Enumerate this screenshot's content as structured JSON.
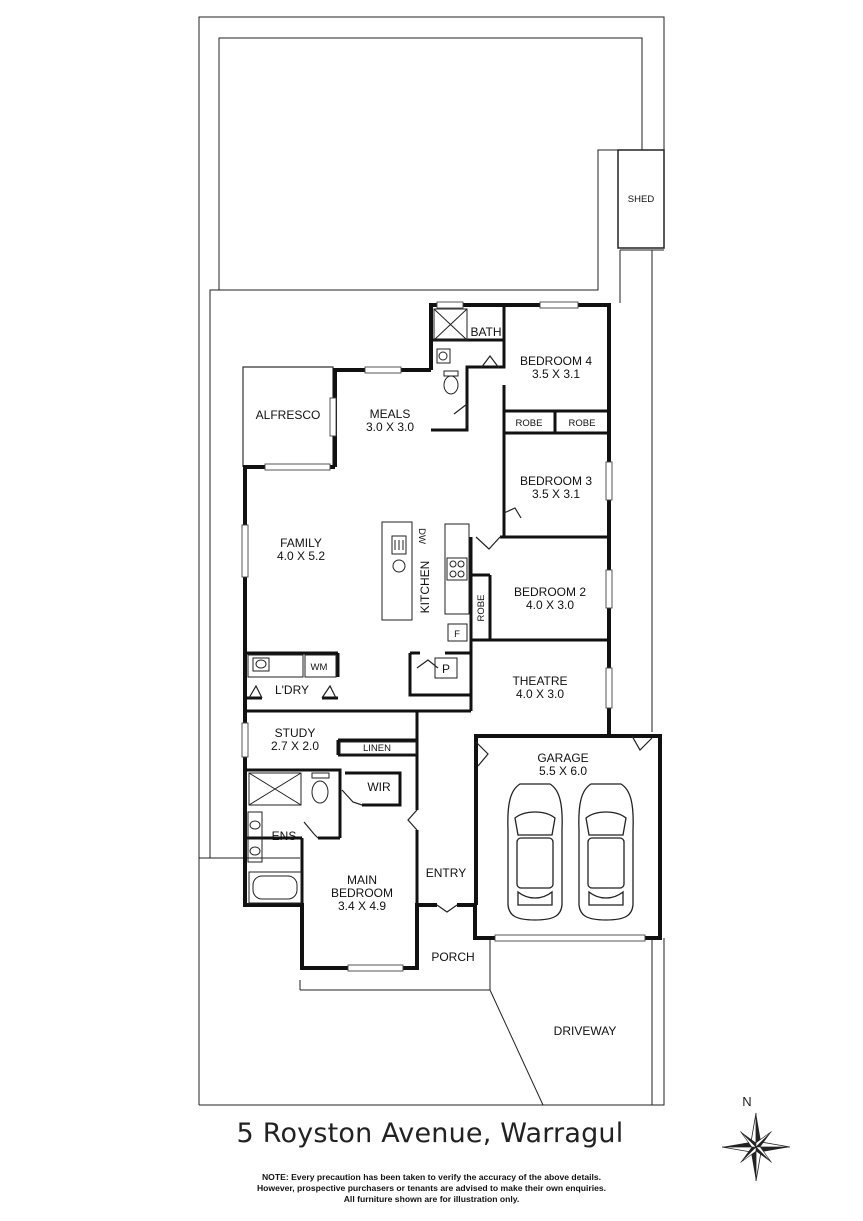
{
  "rooms": {
    "shed": "SHED",
    "bath": "BATH",
    "bedroom4": {
      "name": "BEDROOM 4",
      "size": "3.5 X 3.1"
    },
    "robe_a": "ROBE",
    "robe_b": "ROBE",
    "alfresco": "ALFRESCO",
    "meals": {
      "name": "MEALS",
      "size": "3.0 X 3.0"
    },
    "bedroom3": {
      "name": "BEDROOM 3",
      "size": "3.5 X 3.1"
    },
    "family": {
      "name": "FAMILY",
      "size": "4.0 X 5.2"
    },
    "dw": "DW",
    "kitchen": "KITCHEN",
    "bedroom2": {
      "name": "BEDROOM 2",
      "size": "4.0 X 3.0"
    },
    "robe_c": "ROBE",
    "fridge": "F",
    "pantry": "P",
    "wm": "WM",
    "laundry": "L'DRY",
    "theatre": {
      "name": "THEATRE",
      "size": "4.0 X 3.0"
    },
    "study": {
      "name": "STUDY",
      "size": "2.7 X 2.0"
    },
    "linen": "LINEN",
    "garage": {
      "name": "GARAGE",
      "size": "5.5 X 6.0"
    },
    "wir": "WIR",
    "ens": "ENS",
    "entry": "ENTRY",
    "main_bedroom": {
      "line1": "MAIN",
      "line2": "BEDROOM",
      "size": "3.4 X 4.9"
    },
    "porch": "PORCH",
    "driveway": "DRIVEWAY"
  },
  "title": "5 Royston Avenue, Warragul",
  "disclaimer": [
    "NOTE: Every precaution has been taken to verify the accuracy of the above details.",
    "However, prospective purchasers or tenants are advised to make their own enquiries.",
    "All furniture shown are for illustration only."
  ],
  "compass_label": "N"
}
